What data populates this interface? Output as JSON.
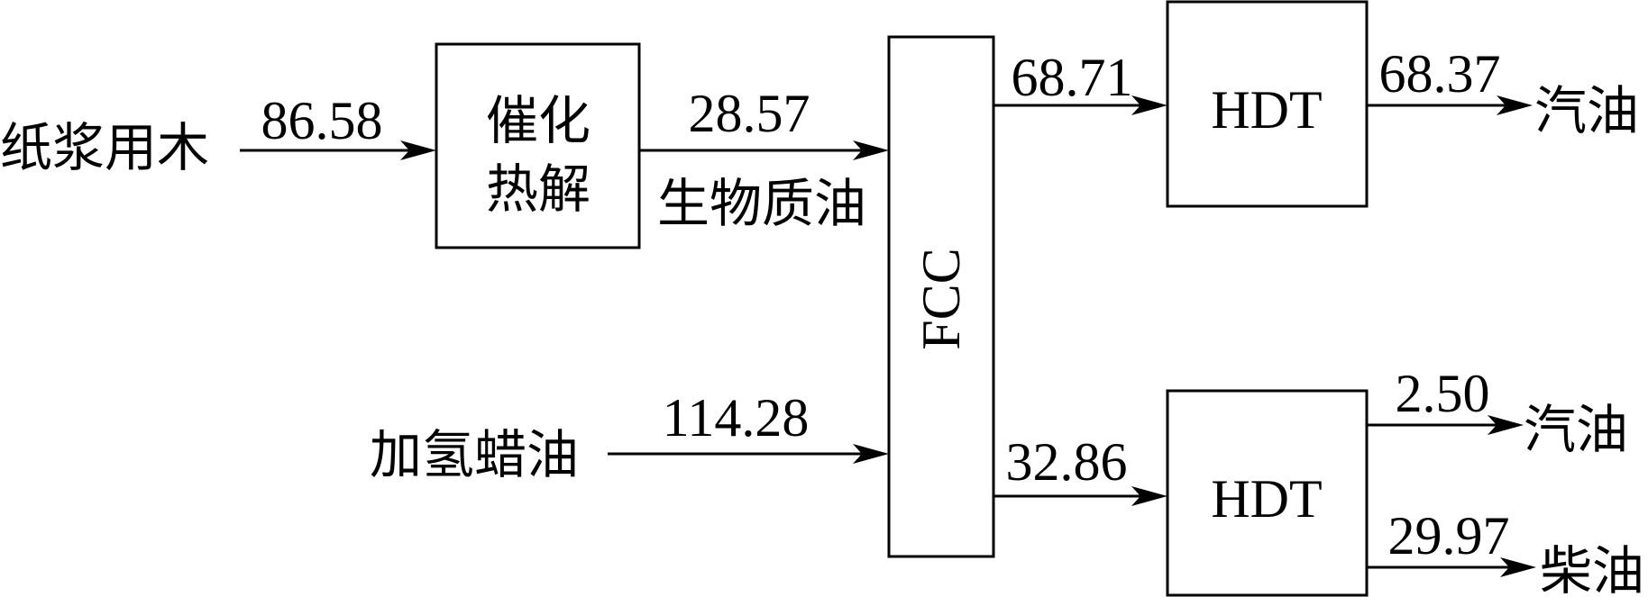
{
  "inputs": {
    "pulpwood": "纸浆用木",
    "hydro_wax_oil": "加氢蜡油"
  },
  "units": {
    "catalytic_pyrolysis_line1": "催化",
    "catalytic_pyrolysis_line2": "热解",
    "fcc": "FCC",
    "hdt_top": "HDT",
    "hdt_bottom": "HDT"
  },
  "flows": {
    "pulpwood_to_pyrolysis": "86.58",
    "bio_oil_to_fcc": "28.57",
    "bio_oil_label": "生物质油",
    "wax_oil_to_fcc": "114.28",
    "fcc_to_hdt_top": "68.71",
    "fcc_to_hdt_bottom": "32.86",
    "hdt_top_gasoline": "68.37",
    "hdt_bottom_gasoline": "2.50",
    "hdt_bottom_diesel": "29.97"
  },
  "outputs": {
    "gasoline_top": "汽油",
    "gasoline_bottom": "汽油",
    "diesel": "柴油"
  }
}
